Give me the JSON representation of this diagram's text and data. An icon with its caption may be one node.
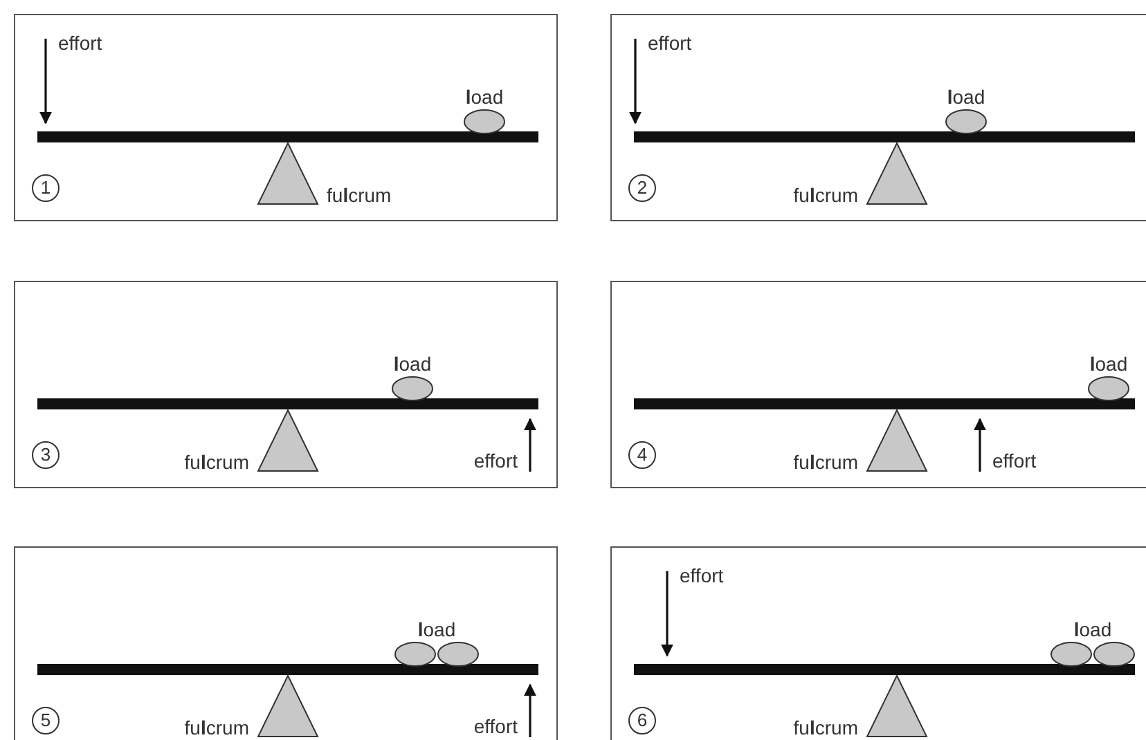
{
  "diagram": {
    "nodes": [
      {
        "text": [],
        "shape": "box"
      },
      {
        "text": [
          "**l**oad"
        ],
        "in": 0
      },
      {
        "text": [
          "fu**l**crum"
        ],
        "in": 0
      },
      {
        "text": [
          "1"
        ],
        "in": 0
      },
      {
        "text": [],
        "shape": "box"
      },
      {
        "text": [
          "**l**oad"
        ],
        "in": 4
      },
      {
        "text": [
          "fu**l**crum"
        ],
        "in": 4
      },
      {
        "text": [
          "2"
        ],
        "in": 4
      },
      {
        "text": [],
        "shape": "box"
      },
      {
        "text": [
          "**l**oad"
        ],
        "in": 8
      },
      {
        "text": [
          "fu**l**crum"
        ],
        "in": 8
      },
      {
        "text": [
          "3"
        ],
        "in": 8
      },
      {
        "text": [],
        "shape": "box"
      },
      {
        "text": [
          "**l**oad"
        ],
        "in": 12
      },
      {
        "text": [
          "fu**l**crum"
        ],
        "in": 12
      },
      {
        "text": [
          "4"
        ],
        "in": 12
      },
      {
        "text": [],
        "shape": "box"
      },
      {
        "text": [
          "**l**oad"
        ],
        "in": 16
      },
      {
        "text": [],
        "shape": "ellipse",
        "in": 16
      },
      {
        "text": [
          "fu**l**crum"
        ],
        "in": 16
      },
      {
        "text": [
          "5"
        ],
        "in": 16
      },
      {
        "text": [],
        "shape": "box"
      },
      {
        "text": [
          "**l**oad"
        ],
        "in": 21
      },
      {
        "text": [],
        "shape": "ellipse",
        "in": 21
      },
      {
        "text": [
          "fu**l**crum"
        ],
        "in": 21
      },
      {
        "text": [
          "6"
        ],
        "in": 21
      }
    ],
    "edges": [],
    "labels": [
      "effort",
      "effort",
      "effort",
      "effort",
      "effort",
      "effort"
    ]
  }
}
